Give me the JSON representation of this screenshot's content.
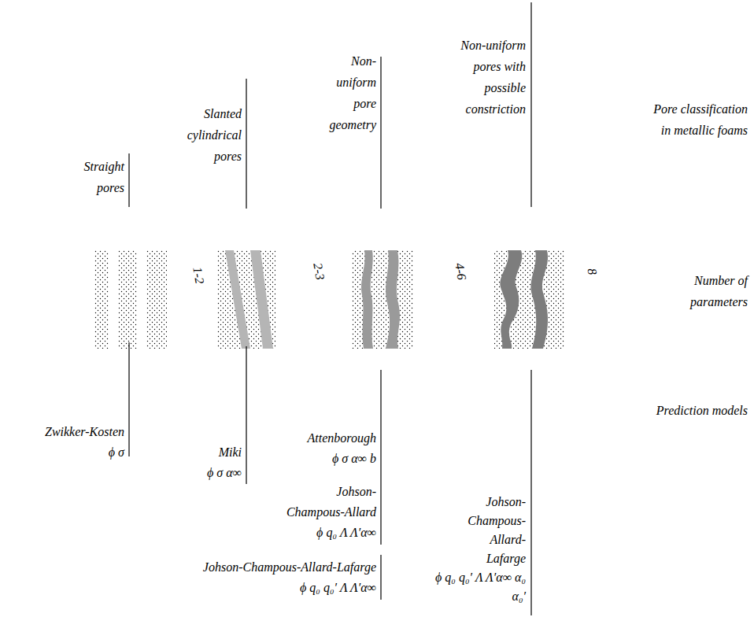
{
  "diagram": {
    "nodes": [
      {
        "text": [
          "8"
        ]
      },
      {
        "text": [
          "4-6"
        ],
        "in": 0
      },
      {
        "text": [
          "2-3"
        ],
        "in": 1
      },
      {
        "text": [
          "1-2"
        ],
        "in": 2
      }
    ],
    "labels": [
      "Non-uniform pores with possible constriction",
      "Non-uniform pore geometry",
      "Slanted cylindrical pores",
      "Pore classification in metallic foams",
      "Straight pores",
      "Number of parameters",
      "Zwikker-Kosten",
      "ϕ σ",
      "Miki",
      "ϕ σ α∞",
      "Attenborough",
      "ϕ σ α∞ b",
      "Prediction models",
      "Johson-Champous-Allard",
      "ϕ q₀ Λ Λ′α∞",
      "Johson-Champous-Allard-Lafarge",
      "ϕ q₀ q₀′ Λ Λ′α∞",
      "Johson-Champous-Allard-Lafarge",
      "ϕ q₀ q₀′ Λ Λ′α∞ α₀ α₀′"
    ]
  }
}
